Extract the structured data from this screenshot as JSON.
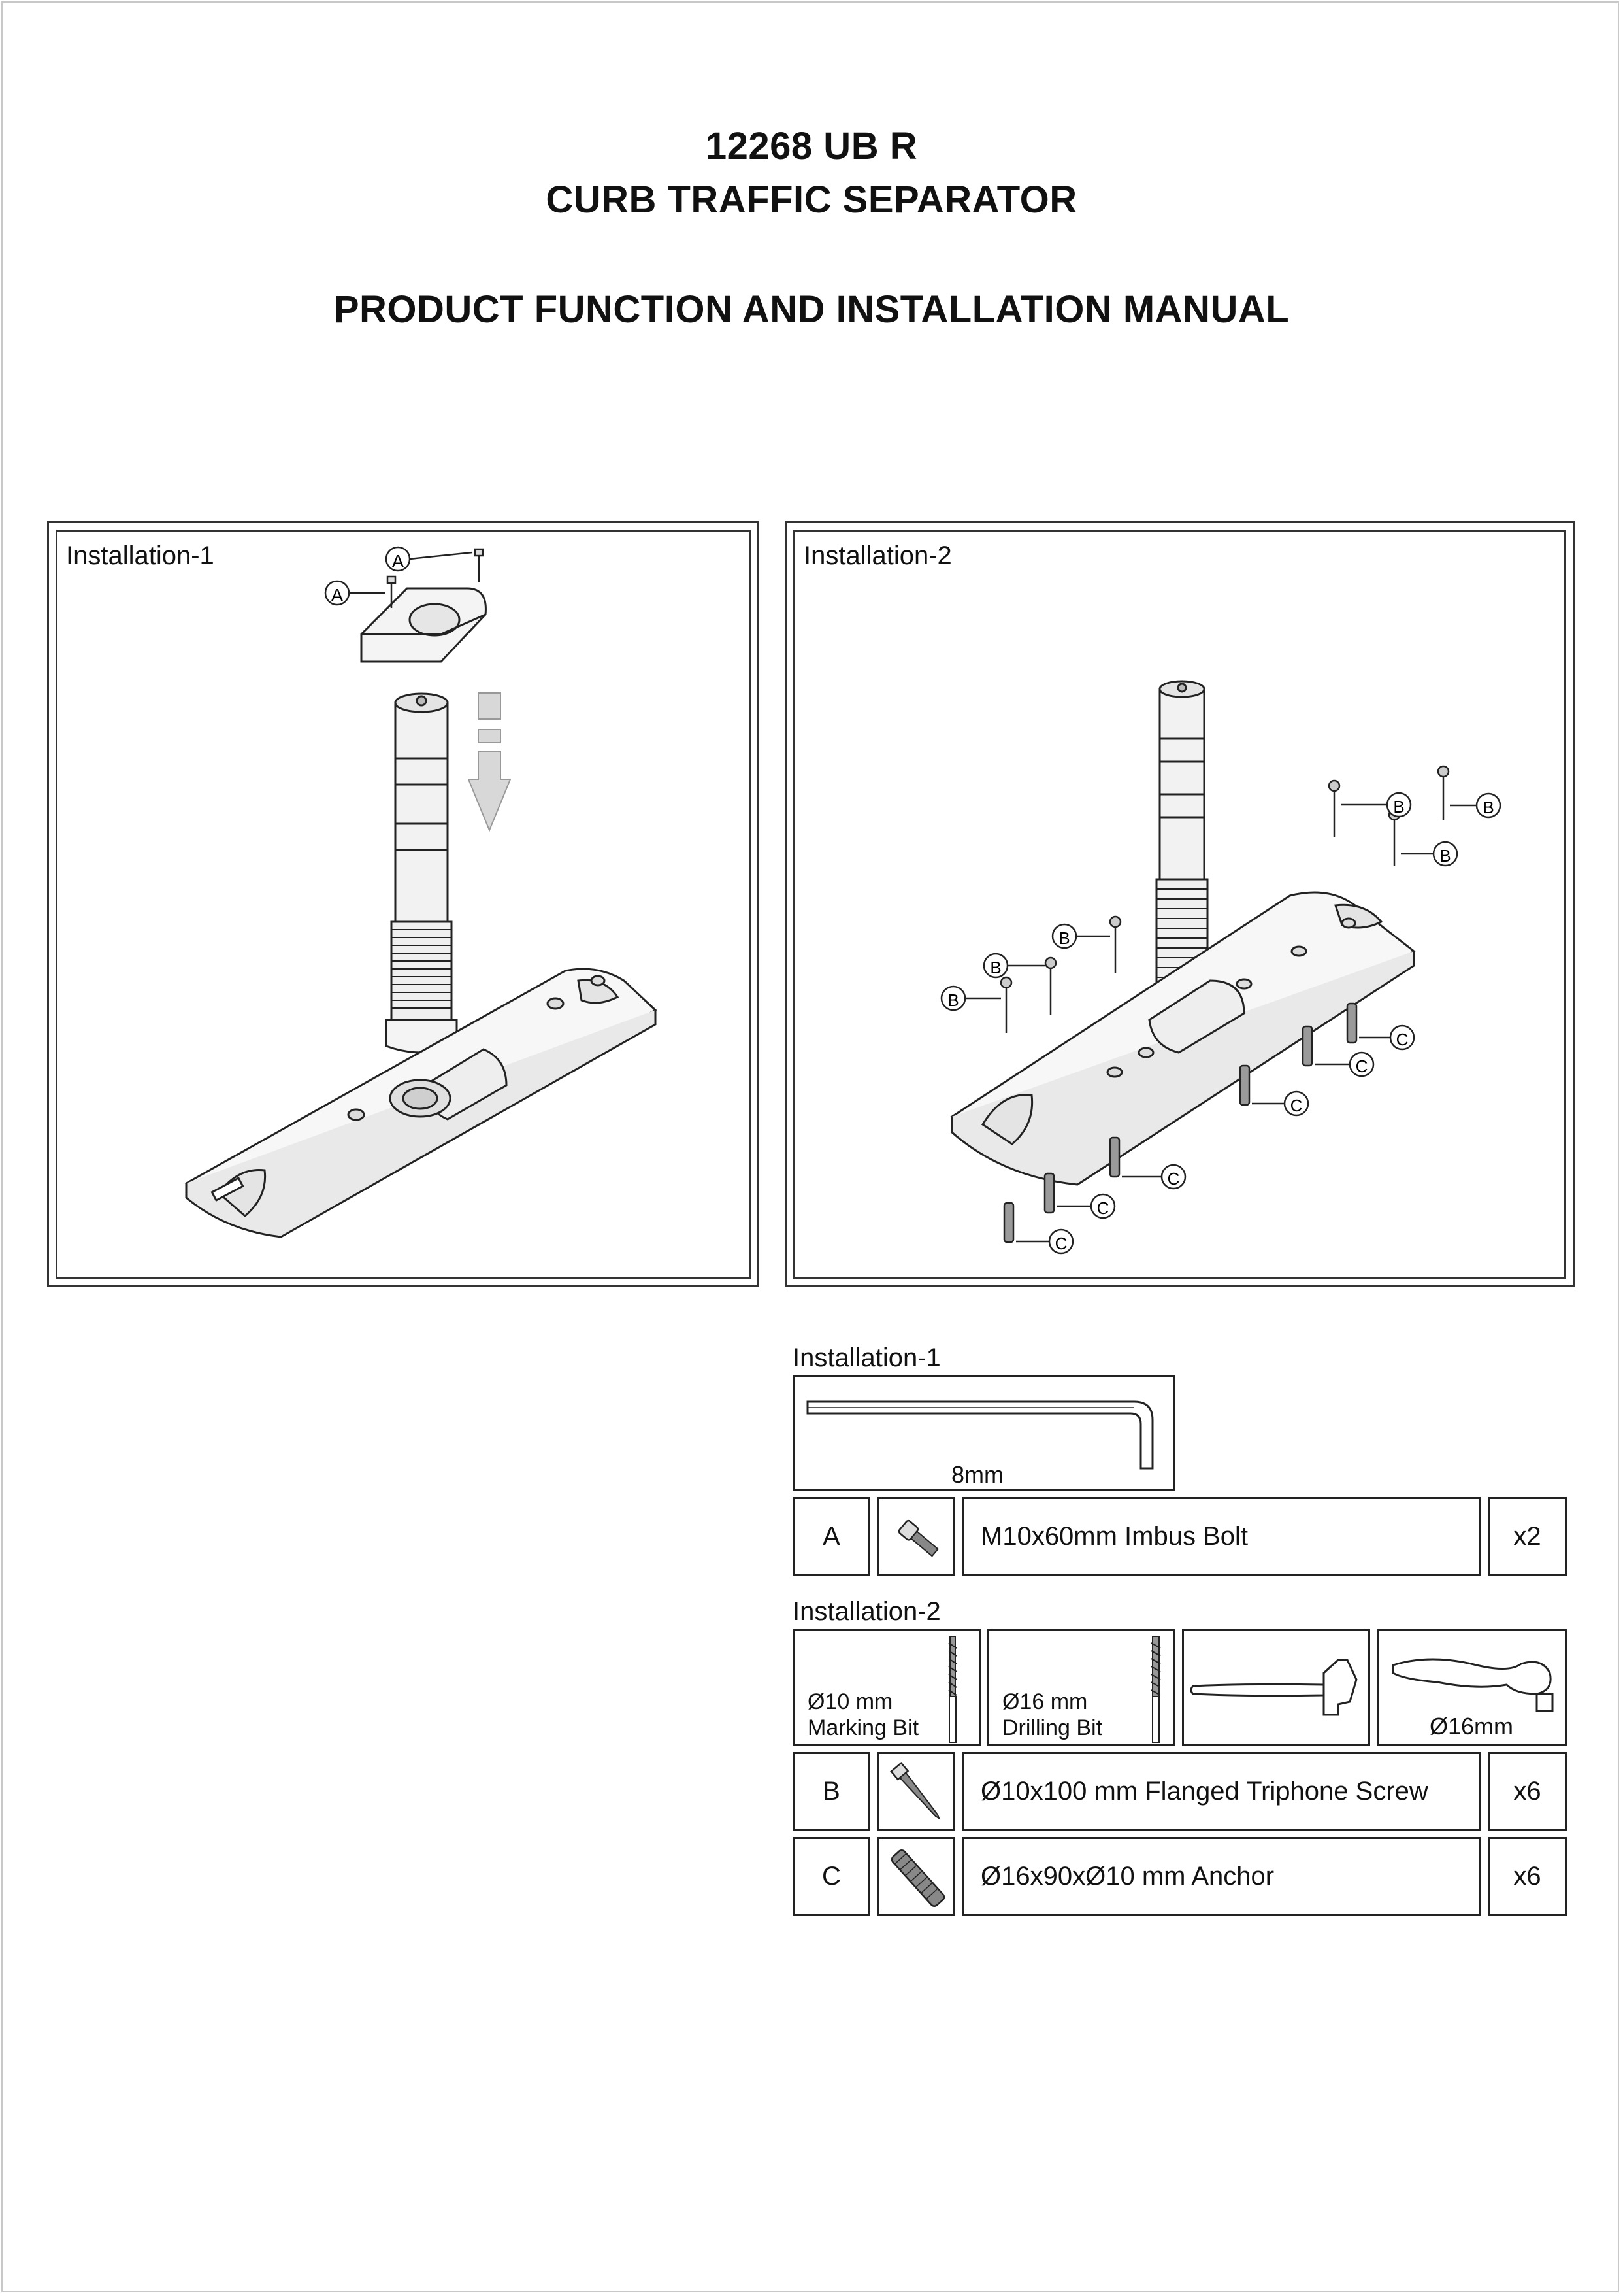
{
  "header": {
    "model": "12268 UB R",
    "product": "CURB TRAFFIC SEPARATOR",
    "manual_title": "PRODUCT FUNCTION AND INSTALLATION MANUAL"
  },
  "diagrams": {
    "installation1_label": "Installation-1",
    "installation2_label": "Installation-2",
    "callout_a": "A",
    "callout_b": "B",
    "callout_c": "C"
  },
  "parts": {
    "installation1": {
      "label": "Installation-1",
      "tool_allen_key": "8mm",
      "rows": [
        {
          "letter": "A",
          "description": "M10x60mm Imbus Bolt",
          "qty": "x2",
          "icon": "imbus-bolt-icon"
        }
      ]
    },
    "installation2": {
      "label": "Installation-2",
      "tools": [
        {
          "line1": "Ø10 mm",
          "line2": "Marking Bit",
          "icon": "drill-bit-icon"
        },
        {
          "line1": "Ø16 mm",
          "line2": "Drilling Bit",
          "icon": "drill-bit-icon"
        },
        {
          "line1": "",
          "line2": "",
          "icon": "hammer-icon"
        },
        {
          "line1": "Ø16mm",
          "line2": "",
          "icon": "ratchet-wrench-icon"
        }
      ],
      "rows": [
        {
          "letter": "B",
          "description": "Ø10x100 mm Flanged Triphone Screw",
          "qty": "x6",
          "icon": "triphone-screw-icon"
        },
        {
          "letter": "C",
          "description": "Ø16x90xØ10 mm Anchor",
          "qty": "x6",
          "icon": "anchor-icon"
        }
      ]
    }
  }
}
